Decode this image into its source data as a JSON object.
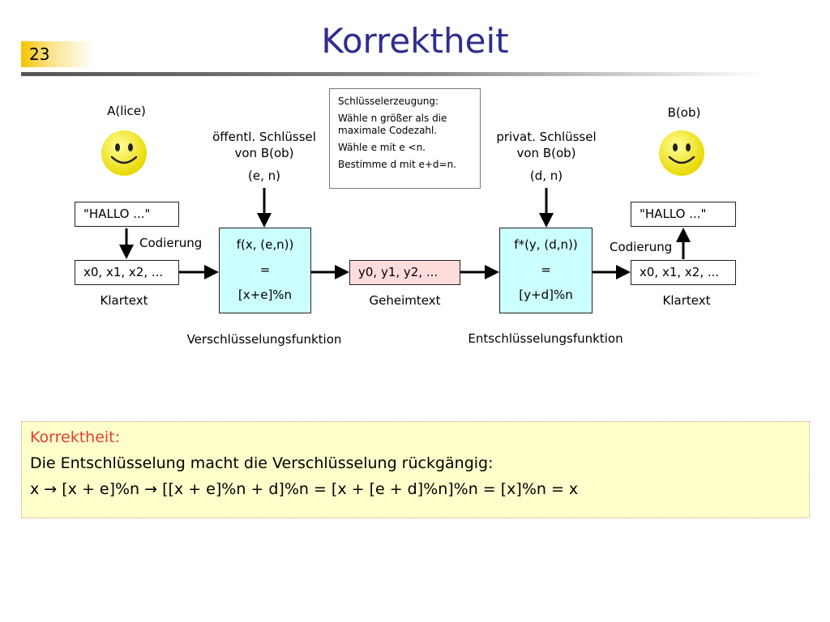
{
  "slide": {
    "number": "23",
    "title": "Korrektheit"
  },
  "alice": {
    "label": "A(lice)"
  },
  "bob": {
    "label": "B(ob)"
  },
  "public_key": {
    "line1": "öffentl. Schlüssel",
    "line2": "von B(ob)",
    "value": "(e, n)"
  },
  "private_key": {
    "line1": "privat. Schlüssel",
    "line2": "von B(ob)",
    "value": "(d, n)"
  },
  "note": {
    "heading": "Schlüsselerzeugung:",
    "step1": "Wähle n größer als die maximale Codezahl.",
    "step2": "Wähle e mit e <n.",
    "step3": "Bestimme d mit e+d=n."
  },
  "left": {
    "message": "\"HALLO ...\"",
    "coding_label": "Codierung",
    "plaintext": "x0, x1, x2, ...",
    "plaintext_label": "Klartext"
  },
  "encrypt": {
    "line1": "f(x, (e,n))",
    "line2": "=",
    "line3": "[x+e]%n",
    "label": "Verschlüsselungsfunktion"
  },
  "cipher": {
    "text": "y0, y1, y2, ...",
    "label": "Geheimtext"
  },
  "decrypt": {
    "line1": "f*(y, (d,n))",
    "line2": "=",
    "line3": "[y+d]%n",
    "label": "Entschlüsselungsfunktion"
  },
  "right": {
    "message": "\"HALLO ...\"",
    "coding_label": "Codierung",
    "plaintext": "x0, x1, x2, ...",
    "plaintext_label": "Klartext"
  },
  "callout": {
    "heading": "Korrektheit:",
    "line1": "Die Entschlüsselung macht die Verschlüsselung rückgängig:",
    "line2": "x → [x + e]%n → [[x + e]%n + d]%n = [x + [e + d]%n]%n = [x]%n = x"
  },
  "colors": {
    "title": "#2e2e8f",
    "function_box": "#ccffff",
    "ciphertext_box": "#ffdcdc",
    "callout_bg": "#ffffcc",
    "callout_heading": "#e83e2e",
    "slide_number_bg": "#f5c400",
    "smiley": "#ffff33"
  }
}
